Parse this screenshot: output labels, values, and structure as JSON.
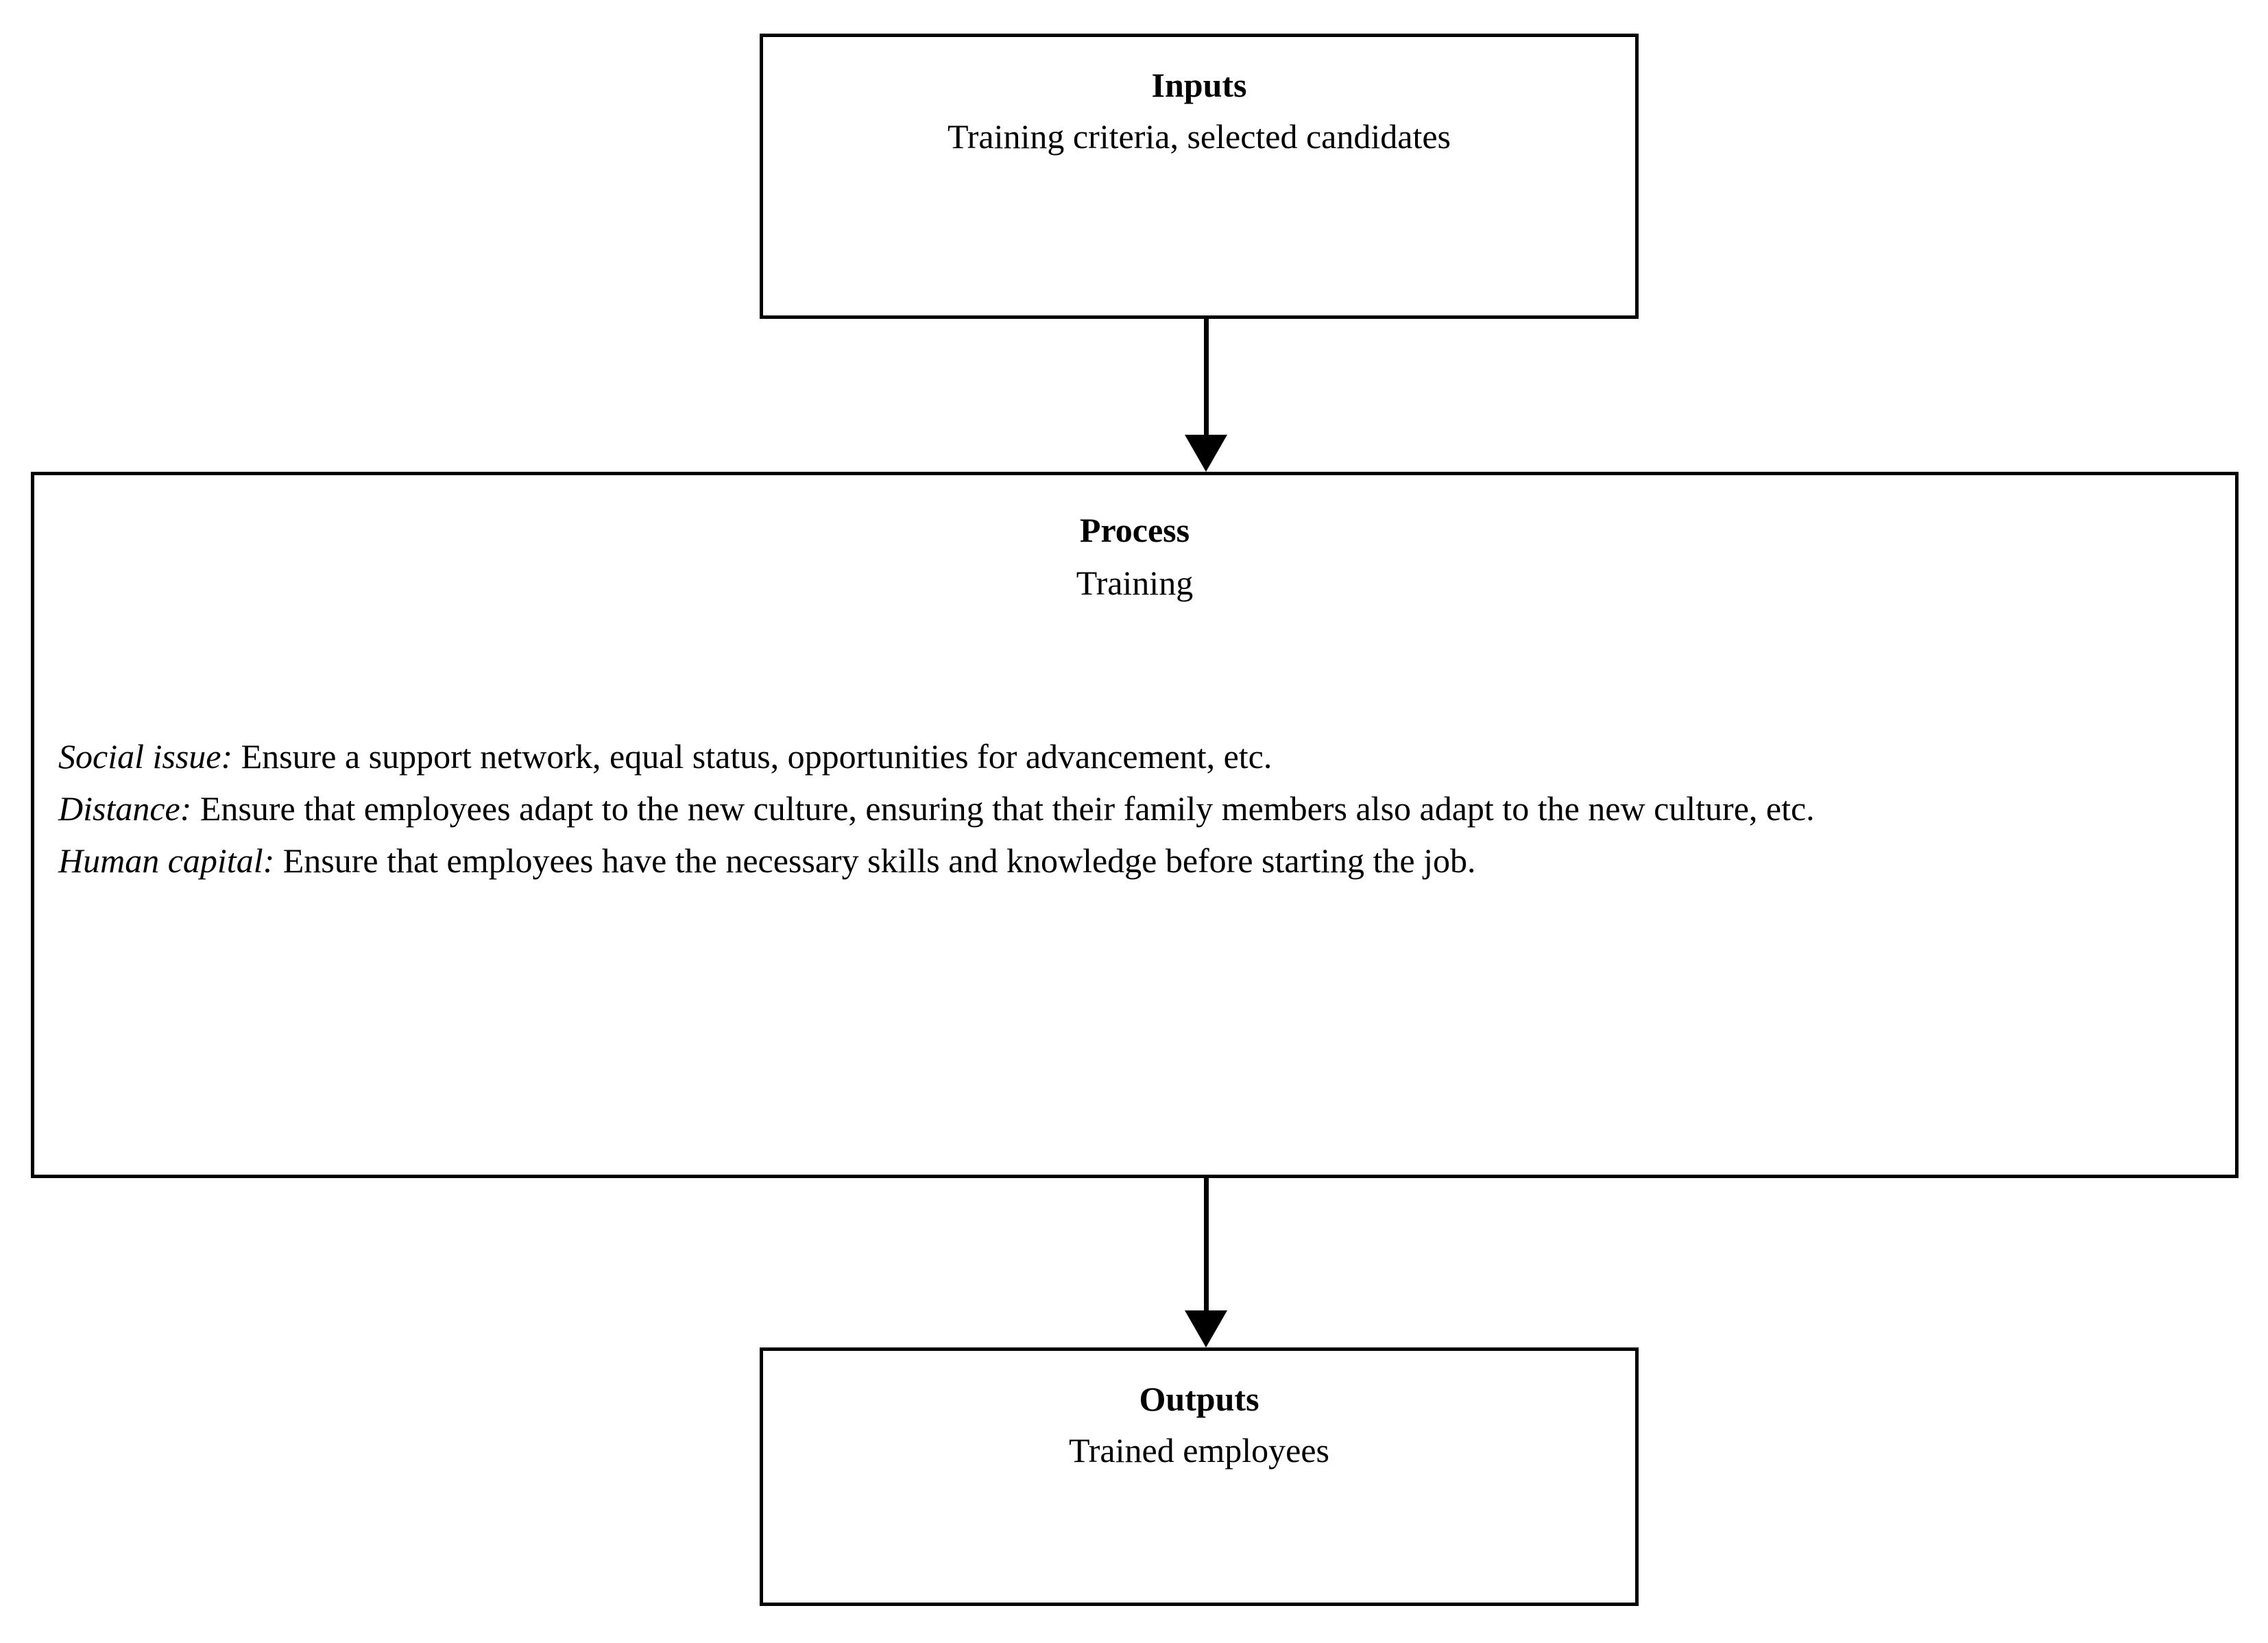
{
  "diagram": {
    "type": "flowchart",
    "orientation": "vertical-top-to-bottom",
    "background_color": "#ffffff",
    "line_color": "#000000",
    "nodes": [
      {
        "id": "inputs",
        "title": "Inputs",
        "subtitle": "Training criteria, selected candidates"
      },
      {
        "id": "process",
        "title": "Process",
        "subtitle": "Training",
        "body": [
          {
            "lead_in": "Social issue:",
            "text": " Ensure a support network, equal status, opportunities for advancement, etc."
          },
          {
            "lead_in": "Distance:",
            "text": " Ensure that employees adapt to the new culture, ensuring that their family members also adapt to the new culture, etc."
          },
          {
            "lead_in": "Human capital:",
            "text": " Ensure that employees have the necessary skills and knowledge before starting the job."
          }
        ]
      },
      {
        "id": "outputs",
        "title": "Outputs",
        "subtitle": "Trained employees"
      }
    ],
    "edges": [
      {
        "id": "inputs-to-process",
        "from": "Inputs",
        "to": "Process",
        "style": "solid-arrow-down"
      },
      {
        "id": "process-to-outputs",
        "from": "Process",
        "to": "Outputs",
        "style": "solid-arrow-down"
      }
    ]
  }
}
